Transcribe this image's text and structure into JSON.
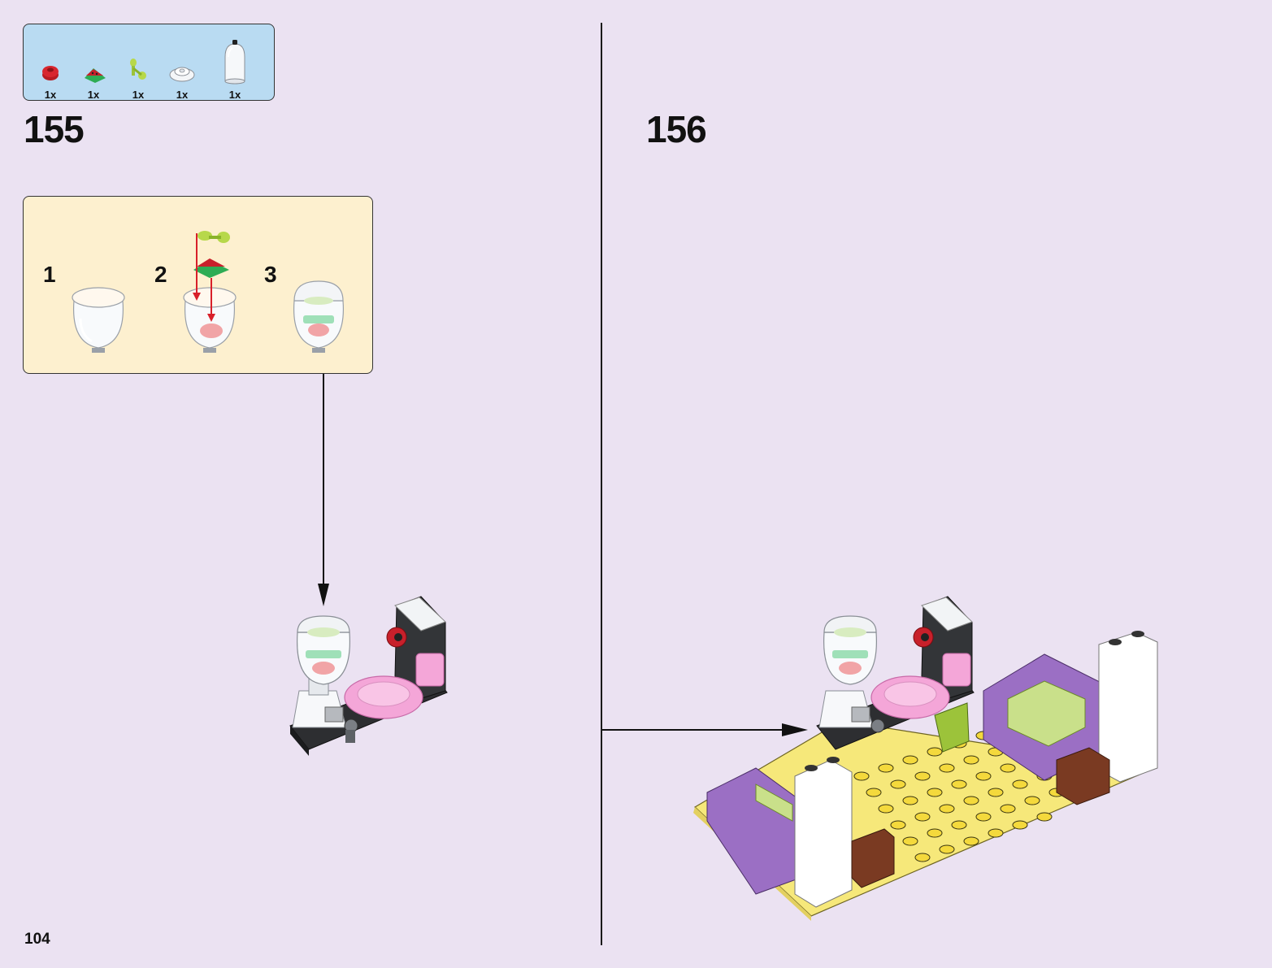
{
  "parts_list": {
    "items": [
      {
        "icon": "red-round-flower-piece-icon",
        "qty": "1x"
      },
      {
        "icon": "watermelon-slice-tile-icon",
        "qty": "1x"
      },
      {
        "icon": "lime-green-leaf-clip-icon",
        "qty": "1x"
      },
      {
        "icon": "clear-round-plate-icon",
        "qty": "1x"
      },
      {
        "icon": "clear-dome-container-icon",
        "qty": "1x"
      }
    ]
  },
  "steps": {
    "left": {
      "number": "155"
    },
    "right": {
      "number": "156"
    }
  },
  "substeps": [
    {
      "number": "1"
    },
    {
      "number": "2"
    },
    {
      "number": "3"
    }
  ],
  "page_number": "104",
  "colors": {
    "background": "#ebe2f2",
    "parts_box": "#b9dbf2",
    "substep_box": "#fdf0cf",
    "arrow_red": "#d8202a",
    "base_yellow": "#f6e87a",
    "lavender": "#9b6fc4",
    "pink": "#f4a6d8"
  }
}
